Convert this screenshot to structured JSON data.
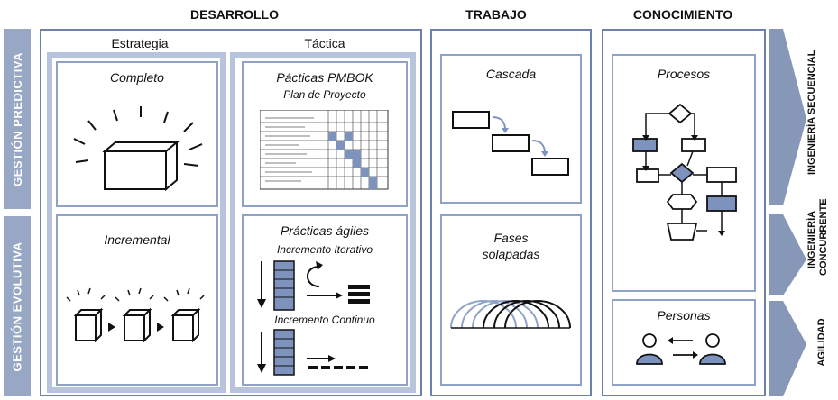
{
  "headers": {
    "desarrollo": "DESARROLLO",
    "trabajo": "TRABAJO",
    "conocimiento": "CONOCIMIENTO"
  },
  "side": {
    "predictiva": "GESTIÓN PREDICTIVA",
    "evolutiva": "GESTIÓN EVOLUTIVA"
  },
  "columns": {
    "estrategia": "Estrategia",
    "tactica": "Táctica"
  },
  "cells": {
    "completo": "Completo",
    "incremental": "Incremental",
    "pmbok_title": "Pácticas PMBOK",
    "pmbok_sub": "Plan de Proyecto",
    "agiles_title": "Prácticas ágiles",
    "agiles_sub1": "Incremento Iterativo",
    "agiles_sub2": "Incremento Continuo",
    "cascada": "Cascada",
    "fases_line1": "Fases",
    "fases_line2": "solapadas",
    "procesos": "Procesos",
    "personas": "Personas"
  },
  "right_labels": {
    "secuencial": "INGENIERÍA SECUENCIAL",
    "concurrente_1": "INGENIERÍA",
    "concurrente_2": "CONCURRENTE",
    "agilidad": "AGILIDAD"
  },
  "colors": {
    "accent": "#6d82a8",
    "fill": "#7d93bd",
    "side": "#98a8c4",
    "arrow": "#8797b8"
  }
}
